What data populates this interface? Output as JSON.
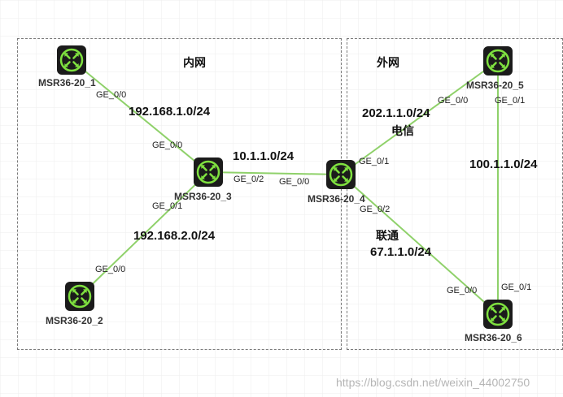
{
  "zones": {
    "inner": "内网",
    "outer": "外网"
  },
  "devices": {
    "r1": "MSR36-20_1",
    "r2": "MSR36-20_2",
    "r3": "MSR36-20_3",
    "r4": "MSR36-20_4",
    "r5": "MSR36-20_5",
    "r6": "MSR36-20_6"
  },
  "ports": {
    "r1_ge00": "GE_0/0",
    "r3_ge00": "GE_0/0",
    "r3_ge02": "GE_0/2",
    "r3_ge01": "GE_0/1",
    "r2_ge00": "GE_0/0",
    "r4_ge00": "GE_0/0",
    "r4_ge01": "GE_0/1",
    "r4_ge02": "GE_0/2",
    "r5_ge00": "GE_0/0",
    "r5_ge01": "GE_0/1",
    "r6_ge00": "GE_0/0",
    "r6_ge01": "GE_0/1"
  },
  "networks": {
    "net_r1_r3": "192.168.1.0/24",
    "net_r3_r4": "10.1.1.0/24",
    "net_r2_r3": "192.168.2.0/24",
    "net_r4_r5": "202.1.1.0/24",
    "net_r5_r6": "100.1.1.0/24",
    "net_r4_r6": "67.1.1.0/24"
  },
  "isps": {
    "telecom": "电信",
    "unicom": "联通"
  },
  "colors": {
    "link": "#8fd16a",
    "router_body": "#1b1b1b",
    "router_glyph": "#7ee03f",
    "zone_border": "#7a7a7a"
  },
  "icons": {
    "router": "router-icon"
  },
  "watermark": "https://blog.csdn.net/weixin_44002750"
}
